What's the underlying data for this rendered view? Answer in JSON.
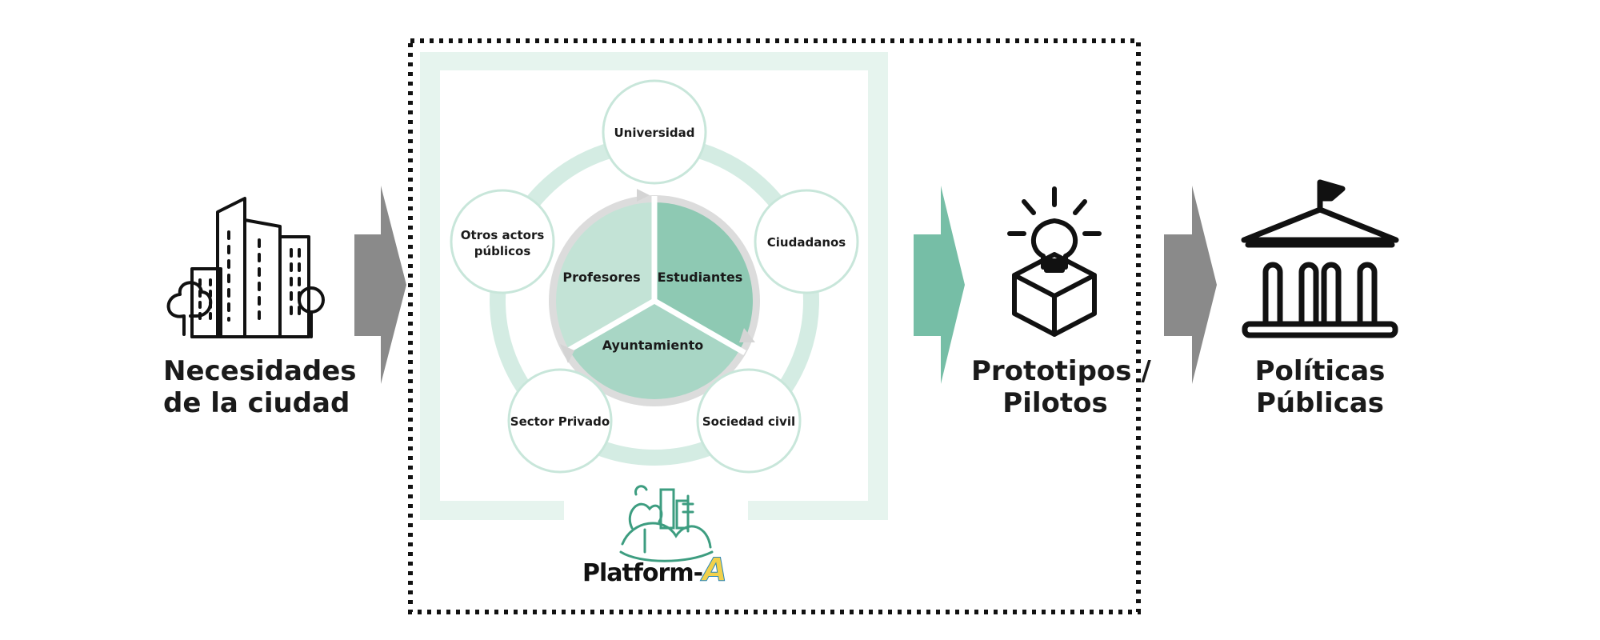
{
  "inputs": {
    "city_needs": [
      "Necesidades",
      "de la ciudad"
    ]
  },
  "platform": {
    "logo_text": "Platform-",
    "logo_letter": "A",
    "core": [
      "Profesores",
      "Estudiantes",
      "Ayuntamiento"
    ],
    "actors": {
      "top": "Universidad",
      "right": "Ciudadanos",
      "bottom_right": "Sociedad civil",
      "bottom_left": "Sector Privado",
      "left": [
        "Otros actors",
        "públicos"
      ]
    }
  },
  "outputs": {
    "prototypes": [
      "Prototipos /",
      "Pilotos"
    ],
    "policies": [
      "Políticas",
      "Públicas"
    ]
  },
  "colors": {
    "teal_dark": "#7fc4aa",
    "teal_mid": "#a9d8c6",
    "teal_light": "#c8e6da",
    "teal_pale": "#e6f4ee",
    "grey_arrow": "#8a8a8a",
    "green_arrow": "#76bea6"
  },
  "icons": [
    "city-buildings-icon",
    "lightbulb-box-icon",
    "government-building-icon"
  ]
}
